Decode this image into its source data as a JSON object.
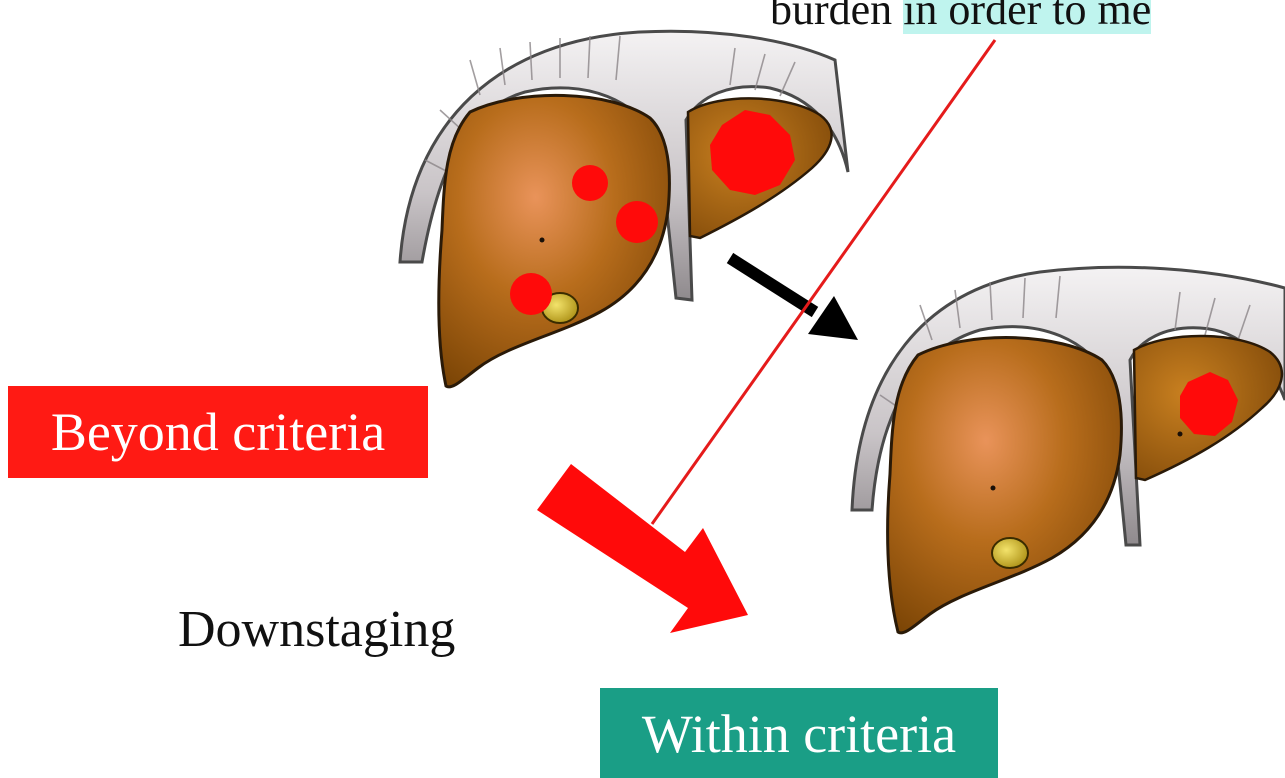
{
  "caption": {
    "word": "burden ",
    "highlighted": "in order to me"
  },
  "labels": {
    "beyond": "Beyond criteria",
    "downstaging": "Downstaging",
    "within": "Within criteria"
  },
  "colors": {
    "tumor": "#ff0a0a",
    "liver": "#a9670f",
    "diaphragm": "#d9d4d6",
    "beyond_box": "#ff1a14",
    "within_box": "#1a9e86",
    "caption_highlight": "#bff4ee",
    "annotation_line": "#e51b1b"
  },
  "icons": [
    "liver-before-icon",
    "liver-after-icon",
    "downstaging-arrow-icon",
    "transition-arrow-icon"
  ]
}
